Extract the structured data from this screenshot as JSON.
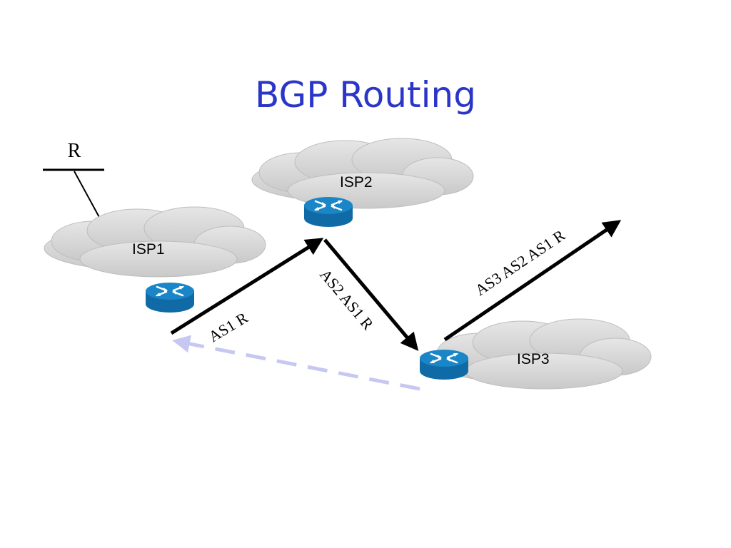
{
  "title": "BGP Routing",
  "prefix_label": "R",
  "isps": [
    {
      "label": "ISP1"
    },
    {
      "label": "ISP2"
    },
    {
      "label": "ISP3"
    }
  ],
  "routes": [
    {
      "from": "ISP1",
      "to": "ISP2",
      "label": "AS1 R"
    },
    {
      "from": "ISP2",
      "to": "ISP3",
      "label": "AS2 AS1 R"
    },
    {
      "from": "ISP3",
      "to": "beyond",
      "label": "AS3 AS2 AS1 R"
    }
  ],
  "colors": {
    "title": "#2b36c8",
    "router_top": "#1a86c7",
    "router_side": "#0f6aa6",
    "cloud": "#d4d4d4",
    "dashed_return": "#c6c8f2"
  }
}
